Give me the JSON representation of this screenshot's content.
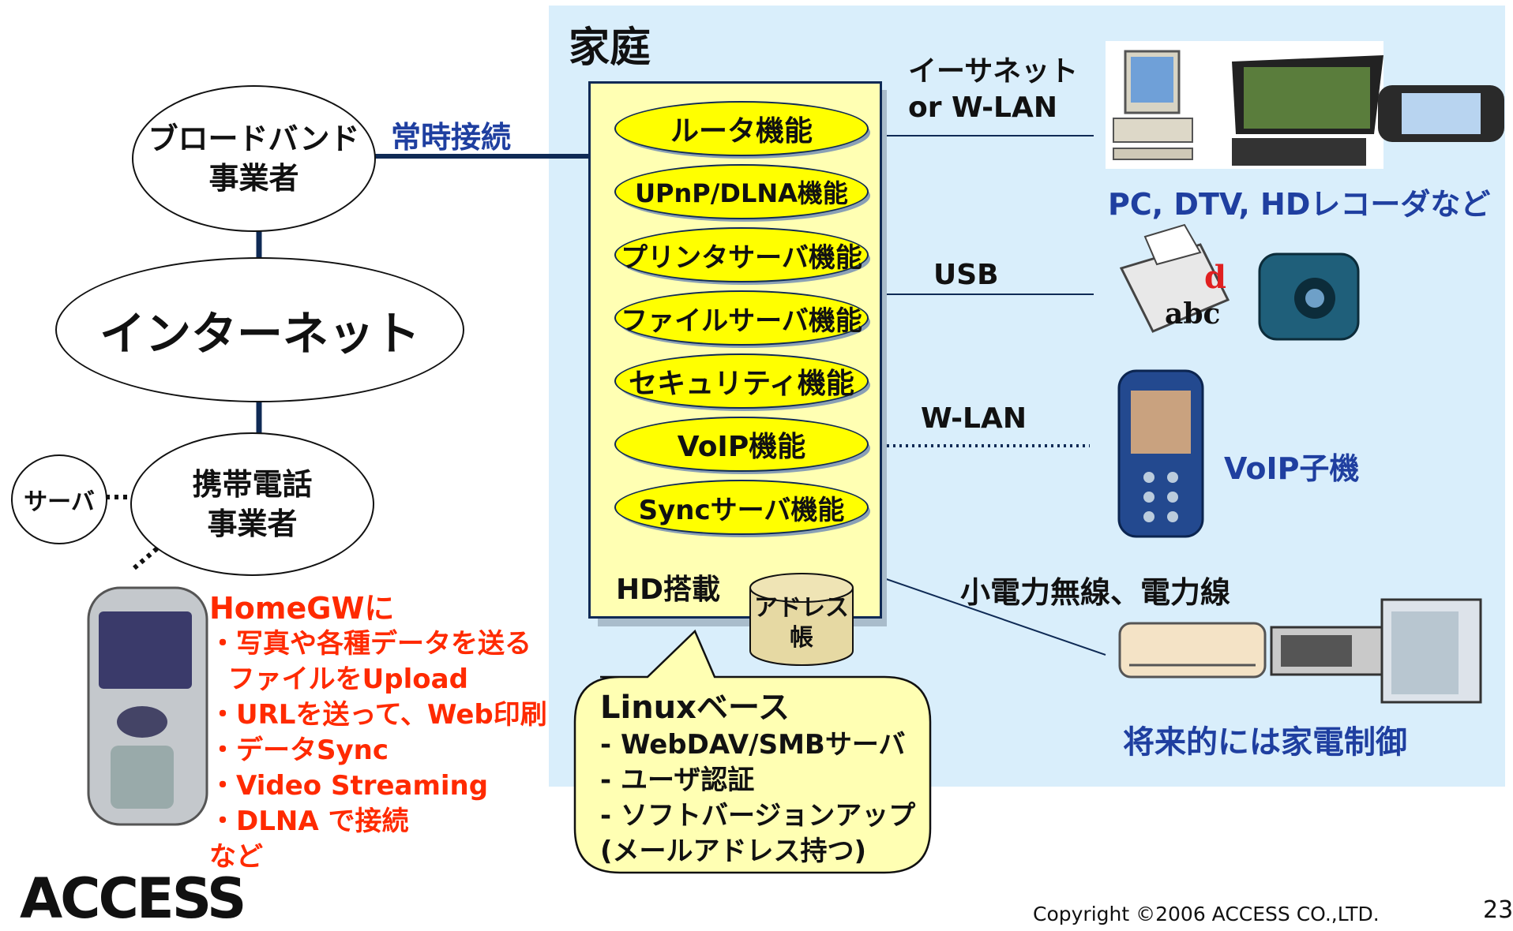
{
  "home": {
    "title": "家庭"
  },
  "network": {
    "broadband": [
      "ブロードバンド",
      "事業者"
    ],
    "always_on": "常時接続",
    "internet": "インターネット",
    "mobile_carrier": [
      "携帯電話",
      "事業者"
    ],
    "server": "サーバ"
  },
  "gateway": {
    "functions": [
      "ルータ機能",
      "UPnP/DLNA機能",
      "プリンタサーバ機能",
      "ファイルサーバ機能",
      "セキュリティ機能",
      "VoIP機能",
      "Syncサーバ機能"
    ],
    "hd_label": "HD搭載",
    "address_book": [
      "アドレス",
      "帳"
    ]
  },
  "links": {
    "ethernet": [
      "イーサネット",
      "or W-LAN"
    ],
    "usb": "USB",
    "wlan": "W-LAN",
    "low_power": "小電力無線、電力線"
  },
  "devices": {
    "av_caption": "PC, DTV, HDレコーダなど",
    "voip_caption": "VoIP子機",
    "appliance_caption": "将来的には家電制御"
  },
  "linux_callout": {
    "title": "Linuxベース",
    "items": [
      "- WebDAV/SMBサーバ",
      "- ユーザ認証",
      "- ソフトバージョンアップ",
      "(メールアドレス持つ)"
    ]
  },
  "phone_features": {
    "heading": "HomeGWに",
    "items": [
      "・写真や各種データを送る",
      "  ファイルをUpload",
      "・URLを送って、Web印刷",
      "・データSync",
      "・Video Streaming",
      "・DLNA で接続",
      "など"
    ]
  },
  "footer": {
    "logo": "ACCESS",
    "copyright": "Copyright ©2006 ACCESS CO.,LTD.",
    "page_number": "23"
  },
  "colors": {
    "panel": "#d9eefb",
    "func_fill": "#ffff00",
    "box_fill": "#ffffb3",
    "blue_text": "#1f3fa0",
    "red_text": "#ff2a00"
  }
}
